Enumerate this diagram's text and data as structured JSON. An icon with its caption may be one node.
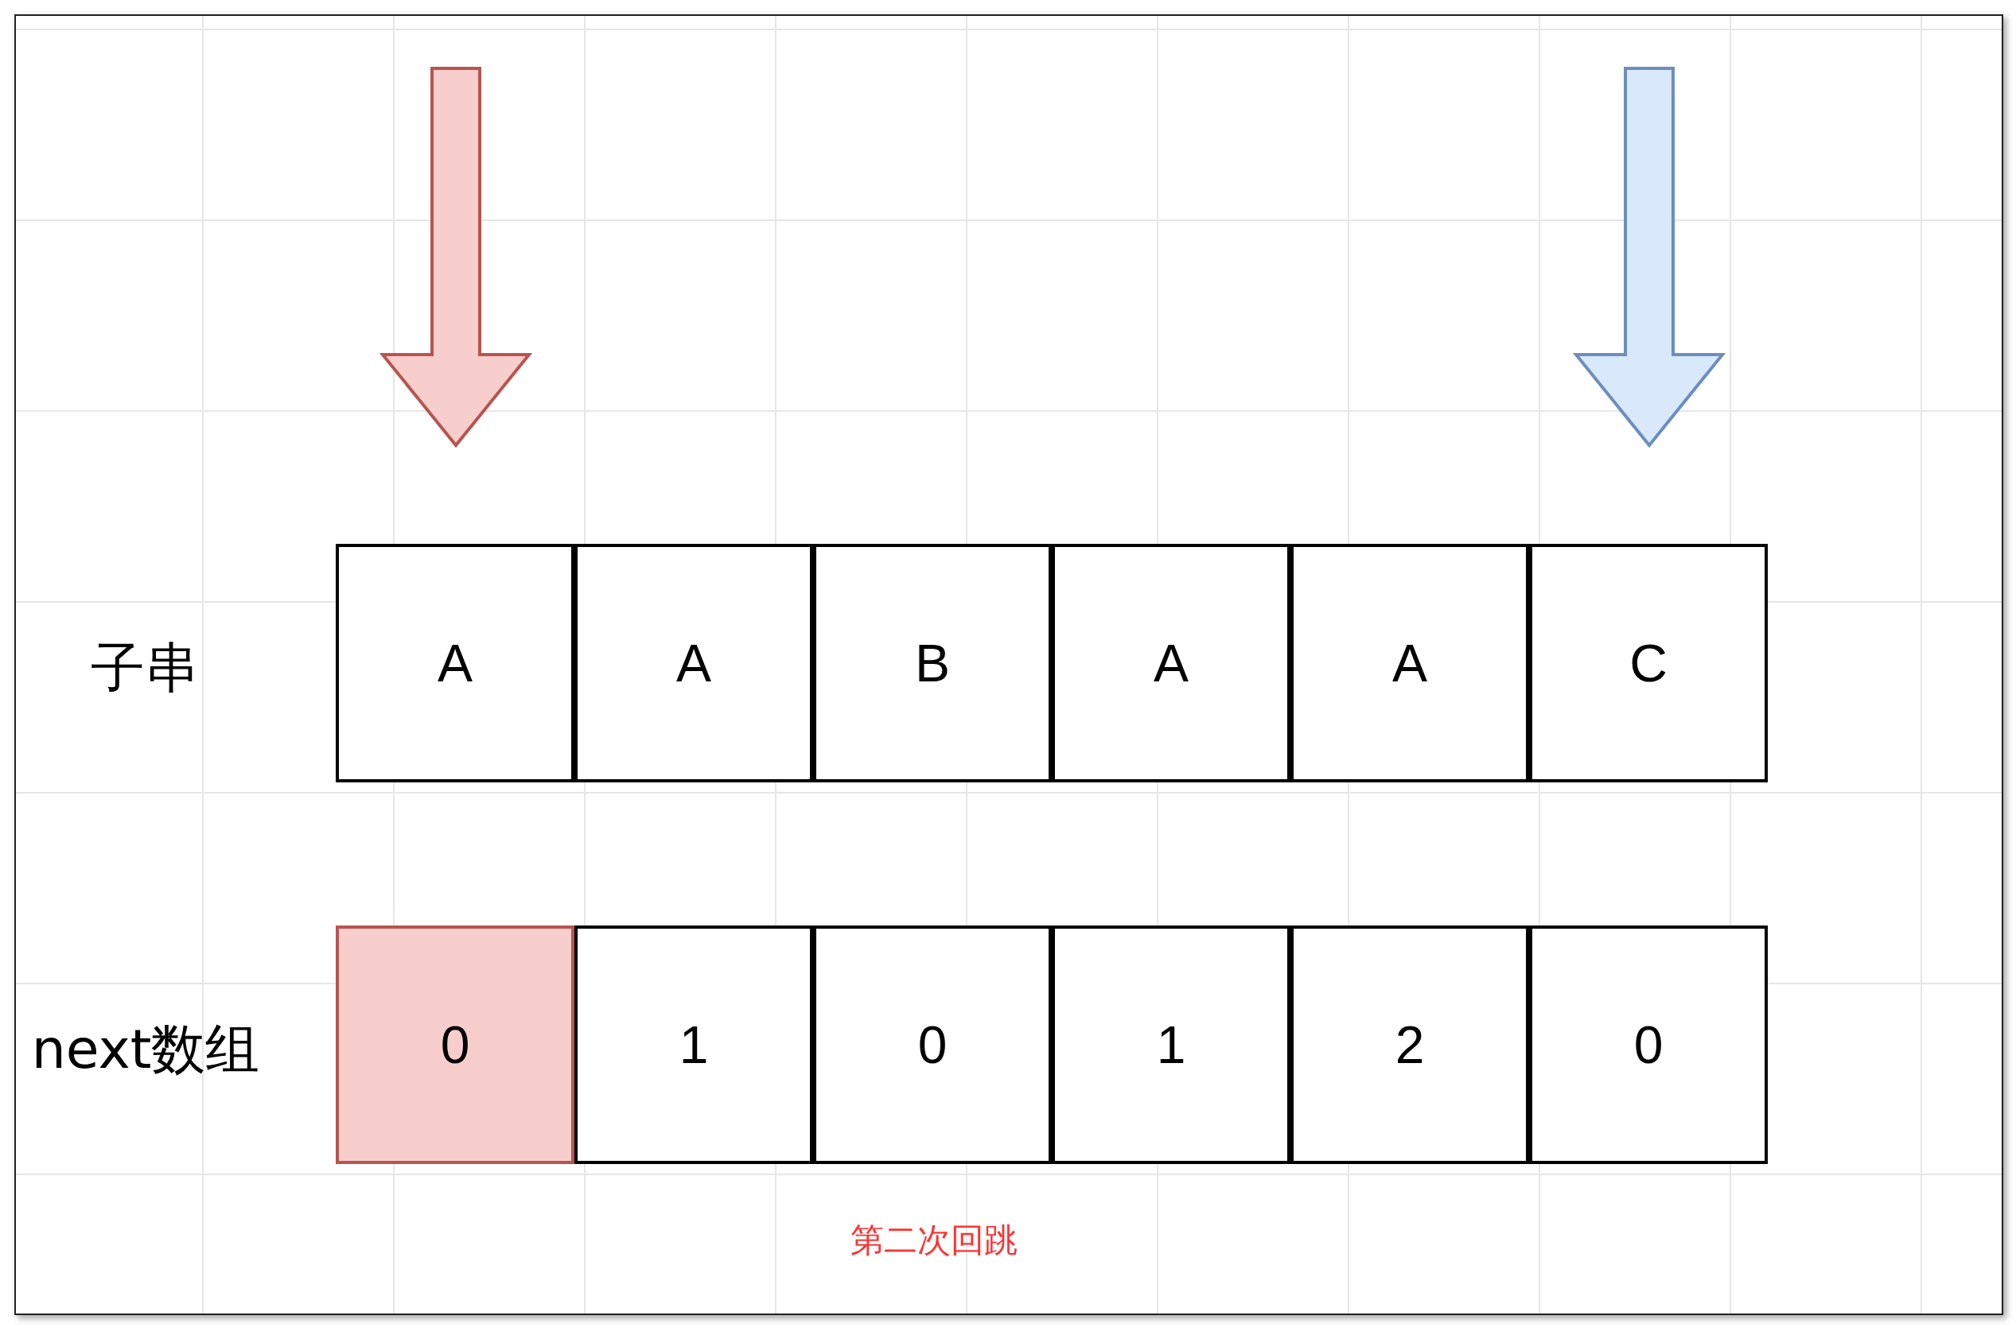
{
  "diagram": {
    "nodes": [
      {
        "text": [
          "A"
        ]
      },
      {
        "text": [
          "A"
        ]
      },
      {
        "text": [
          "B"
        ]
      },
      {
        "text": [
          "A"
        ]
      },
      {
        "text": [
          "A"
        ]
      },
      {
        "text": [
          "C"
        ]
      },
      {
        "text": [
          "0"
        ]
      },
      {
        "text": [
          "1"
        ]
      },
      {
        "text": [
          "0"
        ]
      },
      {
        "text": [
          "1"
        ]
      },
      {
        "text": [
          "2"
        ]
      },
      {
        "text": [
          "0"
        ]
      }
    ],
    "labels": [
      "子串",
      "next数组",
      "第二次回跳"
    ]
  }
}
